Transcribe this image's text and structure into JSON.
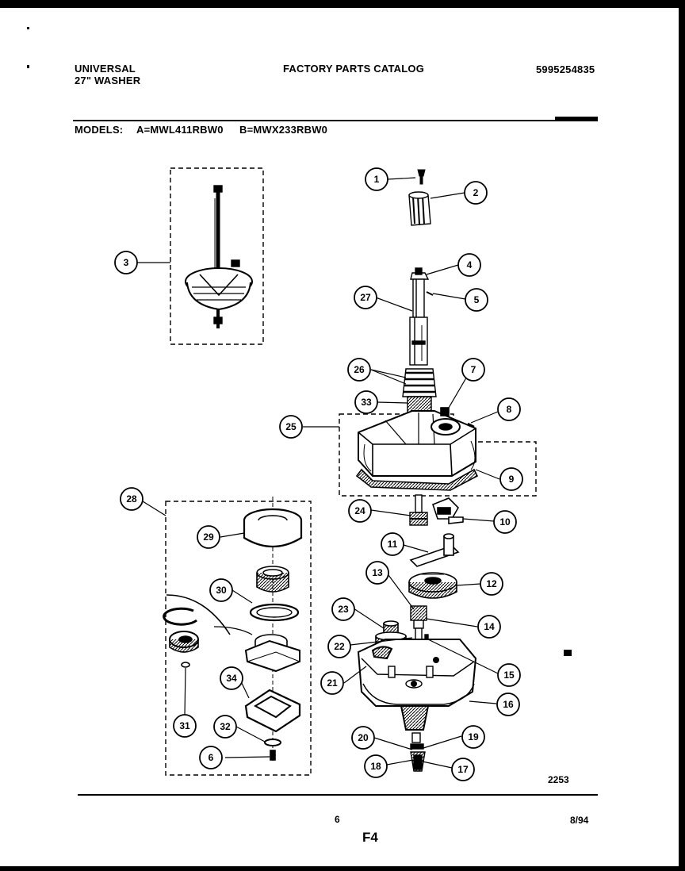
{
  "header": {
    "brand": "UNIVERSAL",
    "product": "27\" WASHER",
    "catalog_title": "FACTORY PARTS CATALOG",
    "catalog_number": "5995254835",
    "models_label": "MODELS:",
    "model_a": "A=MWL411RBW0",
    "model_b": "B=MWX233RBW0"
  },
  "diagram": {
    "drawing_number": "2253",
    "callouts": [
      "1",
      "2",
      "3",
      "4",
      "5",
      "6",
      "7",
      "8",
      "9",
      "10",
      "11",
      "12",
      "13",
      "14",
      "15",
      "16",
      "17",
      "18",
      "19",
      "20",
      "21",
      "22",
      "23",
      "24",
      "25",
      "26",
      "27",
      "28",
      "29",
      "30",
      "31",
      "32",
      "33",
      "34"
    ]
  },
  "footer": {
    "page_number": "6",
    "date": "8/94",
    "figure": "F4"
  }
}
